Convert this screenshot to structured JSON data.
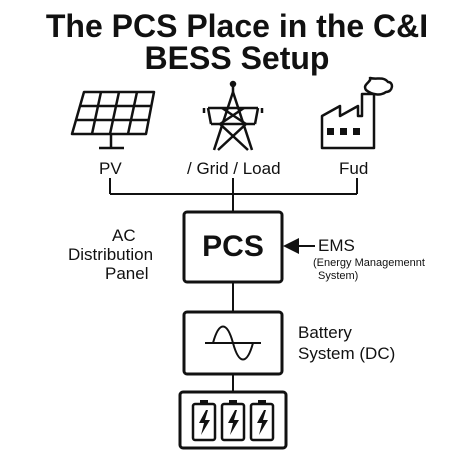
{
  "title": {
    "line1": "The PCS Place in the C&I",
    "line2": "BESS Setup"
  },
  "icons": {
    "pv": "solar-panel-icon",
    "grid": "transmission-tower-icon",
    "fuel": "factory-icon",
    "ac": "sine-wave-icon",
    "battery": "battery-cells-icon",
    "bolt": "lightning-bolt-icon"
  },
  "labels": {
    "pv": "PV",
    "grid_load": "/ Grid / Load",
    "fuel": "Fud",
    "ac_panel": [
      "AC",
      "Distribution",
      "Panel"
    ],
    "pcs": "PCS",
    "ems": "EMS",
    "ems_desc": [
      "(Energy Managemennt",
      "System)"
    ],
    "battery": [
      "Battery",
      "System (DC)"
    ]
  },
  "colors": {
    "ink": "#111111",
    "background": "#ffffff"
  }
}
